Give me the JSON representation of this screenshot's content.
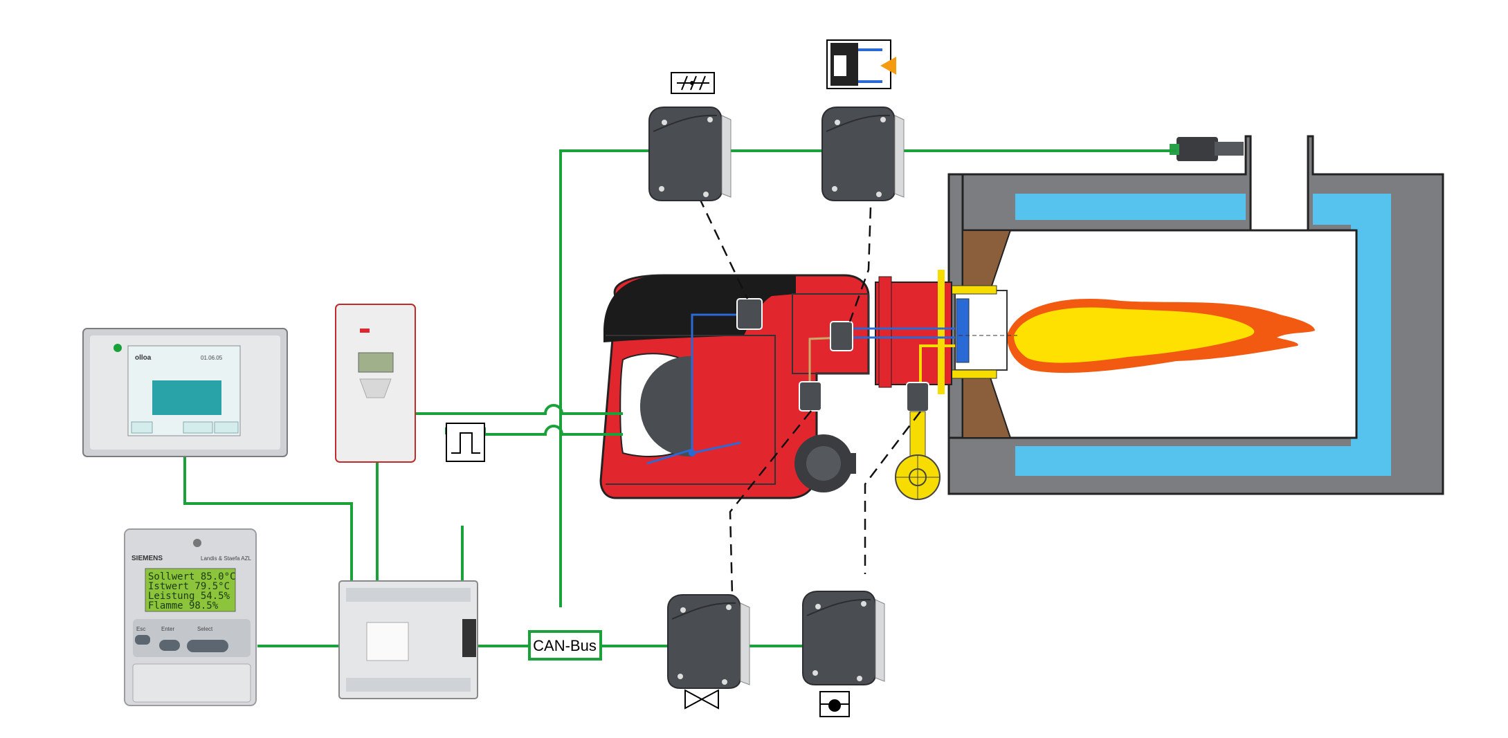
{
  "bus_label": "CAN-Bus",
  "display_unit": {
    "brand": "SIEMENS",
    "model": "Landis & Staefa AZL",
    "lcd_lines": [
      "Sollwert   85.0°C",
      "Istwert    79.5°C",
      "Leistung   54.5%",
      "Flamme    98.5%"
    ],
    "buttons": [
      "Esc",
      "Enter",
      "Select"
    ]
  },
  "hmi_panel": {
    "logo": "olloa",
    "screen_time": "01.06.05"
  },
  "colors": {
    "wire": "#1aa13a",
    "burner_red": "#e2262e",
    "burner_black": "#1b1b1b",
    "actuator": "#4a4d52",
    "water": "#55c3ee",
    "boiler_wall": "#7b7d80",
    "refractory": "#8b5e3c",
    "gas_yellow": "#f7dc00",
    "flame_core": "#ffe100",
    "flame_outer": "#f25a12"
  },
  "icons": [
    "air-damper-symbol-icon",
    "fuel-cam-symbol-icon",
    "pulse-signal-icon",
    "gas-valve-symbol-icon",
    "oil-pump-symbol-icon"
  ]
}
